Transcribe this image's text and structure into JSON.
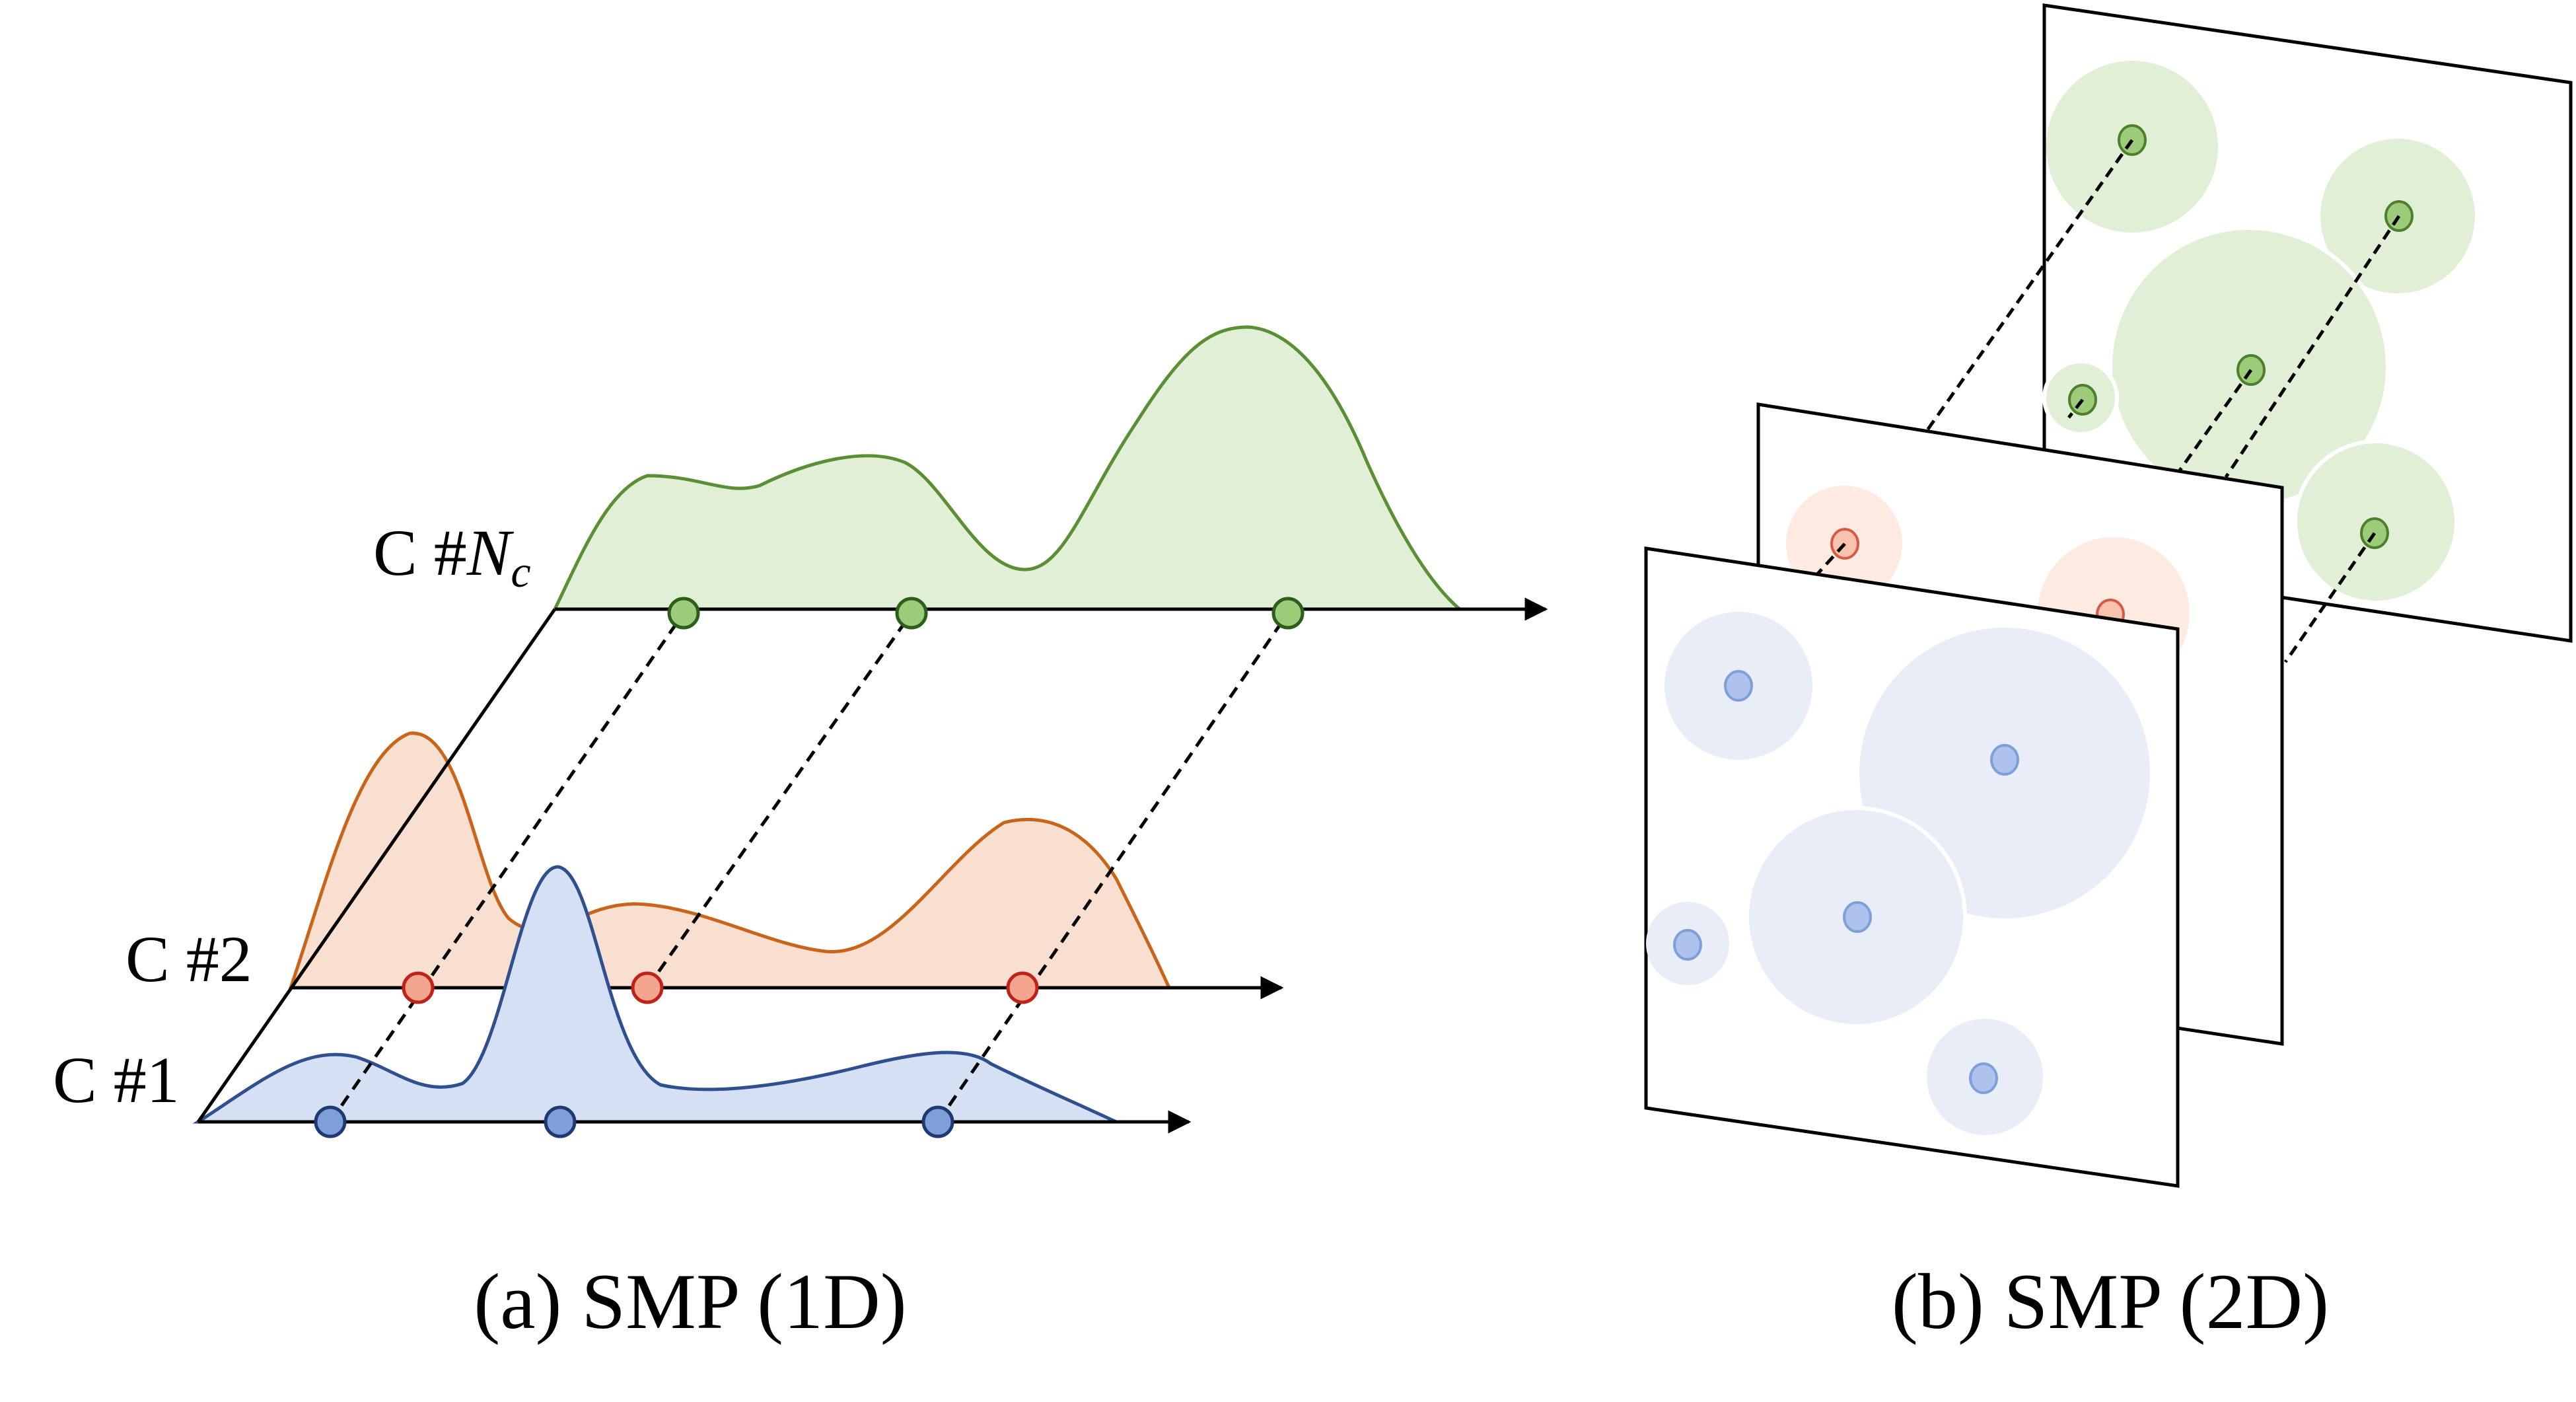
{
  "panel_a": {
    "caption": "(a) SMP (1D)",
    "channel_labels": {
      "c1": "C #1",
      "c2": "C #2",
      "cn_prefix": "C #",
      "cn_italic": "N",
      "cn_sub": "c"
    }
  },
  "panel_b": {
    "caption": "(b) SMP (2D)"
  },
  "colors": {
    "blue_fill": "#d6e0f5",
    "blue_stroke": "#2f4f8f",
    "blue_point": "#7f9fd8",
    "orange_fill": "#f9dfcf",
    "orange_stroke": "#c8651b",
    "red_point_fill": "#f3a58f",
    "red_point_stroke": "#c0221a",
    "green_fill": "#e1efd6",
    "green_stroke": "#5a8f35",
    "green_point": "#9ccc7a"
  }
}
